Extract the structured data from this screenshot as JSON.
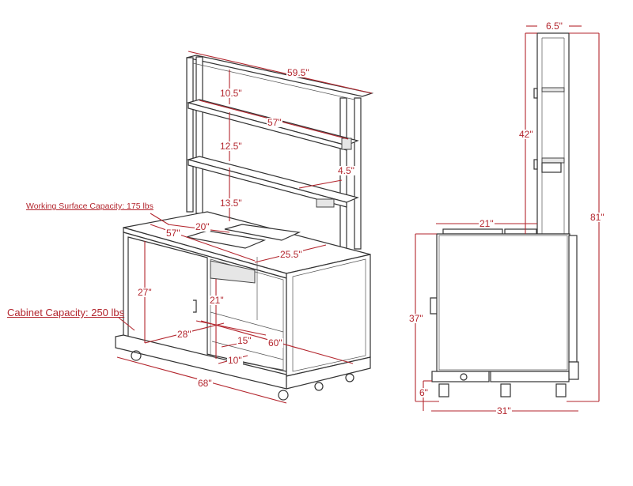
{
  "title": "Mobile cabinet with overhead shelving - dimension drawing",
  "accent_color": "#b3262e",
  "capacities": {
    "working_surface": "Working Surface Capacity: 175 lbs",
    "cabinet": "Cabinet Capacity: 250 lbs"
  },
  "perspective_view": {
    "overall_width_top": "59.5\"",
    "shelf_gap_top": "10.5\"",
    "shelf_length": "57\"",
    "shelf_gap_middle": "12.5\"",
    "shelf_depth": "4.5\"",
    "shelf_gap_bottom": "13.5\"",
    "pan_width": "20\"",
    "surface_length": "57\"",
    "surface_depth": "25.5\"",
    "door_height": "27\"",
    "interior_height": "21\"",
    "door_width": "28\"",
    "interior_depth": "15\"",
    "cabinet_length": "60\"",
    "shelf_step": "10\"",
    "base_length": "68\""
  },
  "side_view": {
    "upright_depth": "6.5\"",
    "upright_height": "42\"",
    "surface_depth": "21\"",
    "overall_height": "81\"",
    "cabinet_height": "37\"",
    "caster_height": "6\"",
    "overall_depth": "31\""
  }
}
